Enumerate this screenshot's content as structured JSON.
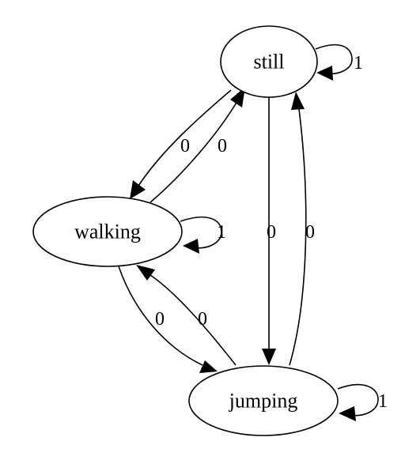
{
  "diagram": {
    "nodes": {
      "still": {
        "label": "still"
      },
      "walking": {
        "label": "walking"
      },
      "jumping": {
        "label": "jumping"
      }
    },
    "edges": {
      "still_still": {
        "label": "1"
      },
      "still_walking": {
        "label": "0"
      },
      "walking_still": {
        "label": "0"
      },
      "walking_walking": {
        "label": "1"
      },
      "still_jumping": {
        "label": "0"
      },
      "jumping_still": {
        "label": "0"
      },
      "walking_jumping": {
        "label": "0"
      },
      "jumping_walking": {
        "label": "0"
      },
      "jumping_jumping": {
        "label": "1"
      }
    }
  }
}
